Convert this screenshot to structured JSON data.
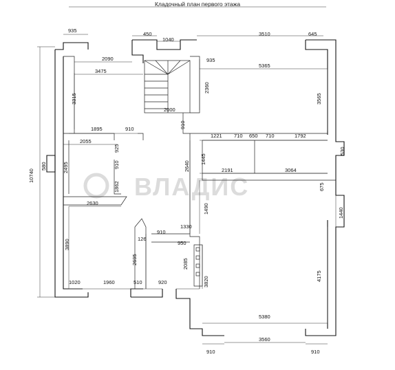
{
  "title": "Кладочный план первого этажа",
  "watermark": "ВЛАДИС",
  "colors": {
    "lines": "#111111",
    "watermark": "#dcdcdc",
    "background": "#ffffff"
  },
  "dimensions": [
    "935",
    "450",
    "1040",
    "3510",
    "645",
    "2090",
    "935",
    "3475",
    "5365",
    "3315",
    "2360",
    "3565",
    "2000",
    "910",
    "1895",
    "910",
    "1221",
    "710",
    "650",
    "710",
    "1792",
    "530",
    "2055",
    "925",
    "1445",
    "910",
    "2495",
    "2640",
    "2191",
    "3064",
    "580",
    "10740",
    "1862",
    "675",
    "2630",
    "1490",
    "1440",
    "1330",
    "910",
    "126",
    "950",
    "3890",
    "2695",
    "2085",
    "3820",
    "4175",
    "1020",
    "1960",
    "510",
    "920",
    "5380",
    "3560",
    "910",
    "910"
  ]
}
